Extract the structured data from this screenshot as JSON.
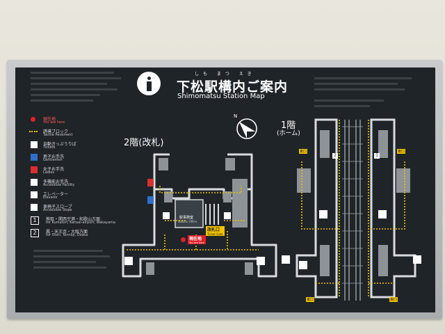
{
  "title": {
    "ruby": "しも まつ えき",
    "jp": "下松駅構内ご案内",
    "en": "Shimomatsu Station Map"
  },
  "north": "N",
  "legend": {
    "here_jp": "現在地",
    "here_en": "You are here",
    "tactile_jp": "誘導ブロック",
    "tactile_en": "Tactile Pavement",
    "tickets_jp": "自動きっぷうりば",
    "tickets_en": "Tickets",
    "men_jp": "男子お手洗",
    "men_en": "Gentlemen",
    "women_jp": "女子お手洗",
    "women_en": "Ladies",
    "accessible_jp": "多機能お手洗",
    "accessible_en": "Accessible Facility",
    "elevator_jp": "エレベーター",
    "elevator_en": "Elevator",
    "slope_jp": "車椅子スロープ",
    "slope_en": "Accessible Slope",
    "track1_num": "1",
    "track1_jp": "熊取・関西空港・和歌山方面",
    "track1_en": "for Kumatori, Kansai-airport, Wakayama",
    "track2_num": "2",
    "track2_jp": "鳳・天王寺・大阪方面",
    "track2_en": "for Otori, Tennōji, Ōsaka"
  },
  "floor2": {
    "label": "2階(改札)",
    "office_jp": "駅事務室",
    "office_en": "Station Office",
    "gate_jp": "改札口",
    "gate_en": "Ticket Gate",
    "here_jp": "現在地",
    "here_en": "You are here"
  },
  "floor1": {
    "label": "1階",
    "label_sub": "(ホーム)",
    "platform_num_1": "1",
    "platform_num_2": "2",
    "exit_label": "東口"
  },
  "colors": {
    "board": "#1f2428",
    "frame": "#b5b8ba",
    "tactile": "#f2c200",
    "here": "#e0202a",
    "gate": "#f2c200"
  }
}
